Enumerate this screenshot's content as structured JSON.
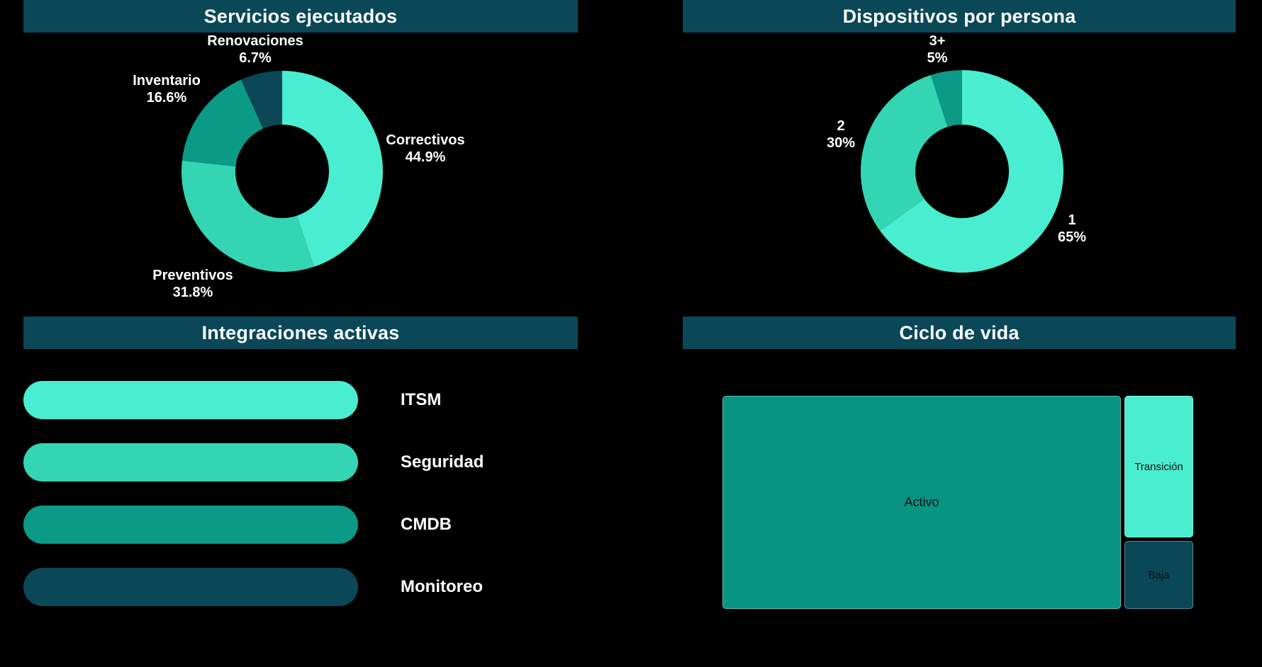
{
  "background": "#000000",
  "header_style": {
    "bg": "#0A4757",
    "text_color": "#FFFFFF"
  },
  "chart_data": [
    {
      "id": "servicios",
      "type": "pie",
      "title": "Servicios ejecutados",
      "labels": [
        "Correctivos",
        "Preventivos",
        "Inventario",
        "Renovaciones"
      ],
      "values": [
        44.9,
        31.8,
        16.6,
        6.7
      ],
      "value_labels": [
        "44.9%",
        "31.8%",
        "16.6%",
        "6.7%"
      ],
      "colors": [
        "#49EDCF",
        "#34D5B2",
        "#0A9A86",
        "#0A4757"
      ],
      "hole": 0.46,
      "rotation_deg": 0,
      "direction": "clockwise",
      "text_position": "outside",
      "legend": "none"
    },
    {
      "id": "dispositivos",
      "type": "pie",
      "title": "Dispositivos por persona",
      "labels": [
        "1",
        "2",
        "3+"
      ],
      "values": [
        65,
        30,
        5
      ],
      "value_labels": [
        "65%",
        "30%",
        "5%"
      ],
      "colors": [
        "#49EDCF",
        "#34D5B2",
        "#0A9A86"
      ],
      "hole": 0.46,
      "rotation_deg": 0,
      "direction": "clockwise",
      "text_position": "outside",
      "legend": "none"
    },
    {
      "id": "integraciones",
      "type": "bar",
      "title": "Integraciones activas",
      "orientation": "horizontal",
      "categories": [
        "ITSM",
        "Seguridad",
        "CMDB",
        "Monitoreo"
      ],
      "relative_lengths": [
        1,
        1,
        1,
        1
      ],
      "values_shown": false,
      "axis": "hidden",
      "colors": [
        "#49EDCF",
        "#34D5B2",
        "#0A9A86",
        "#0A4757"
      ]
    },
    {
      "id": "ciclo",
      "type": "treemap",
      "title": "Ciclo de vida",
      "labels": [
        "Activo",
        "Transición",
        "Baja"
      ],
      "relative_area_estimate": [
        85,
        10,
        5
      ],
      "colors": [
        "#089482",
        "#49EDCF",
        "#0A4757"
      ],
      "label_color": "#111111"
    }
  ]
}
